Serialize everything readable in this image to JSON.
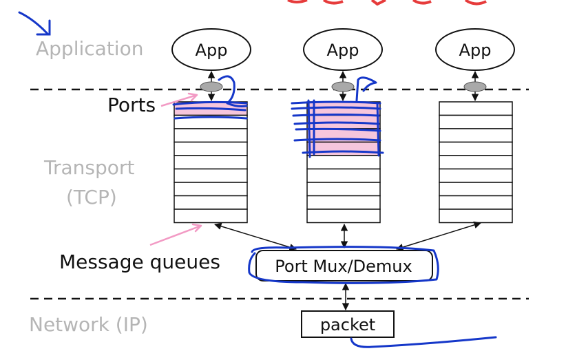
{
  "layers": {
    "application": "Application",
    "transport_line1": "Transport",
    "transport_line2": "(TCP)",
    "network": "Network (IP)"
  },
  "labels": {
    "ports": "Ports",
    "message_queues": "Message queues"
  },
  "apps": [
    {
      "label": "App"
    },
    {
      "label": "App"
    },
    {
      "label": "App"
    }
  ],
  "mux": {
    "label": "Port Mux/Demux"
  },
  "packet": {
    "label": "packet"
  },
  "colors": {
    "ink": "#111111",
    "layer_text": "#b5b5b5",
    "queue_highlight": "#f6c6dc",
    "port_oval": "#a9a9a9",
    "pink_annotation": "#f29ac4",
    "blue_annotation": "#1537c9"
  }
}
